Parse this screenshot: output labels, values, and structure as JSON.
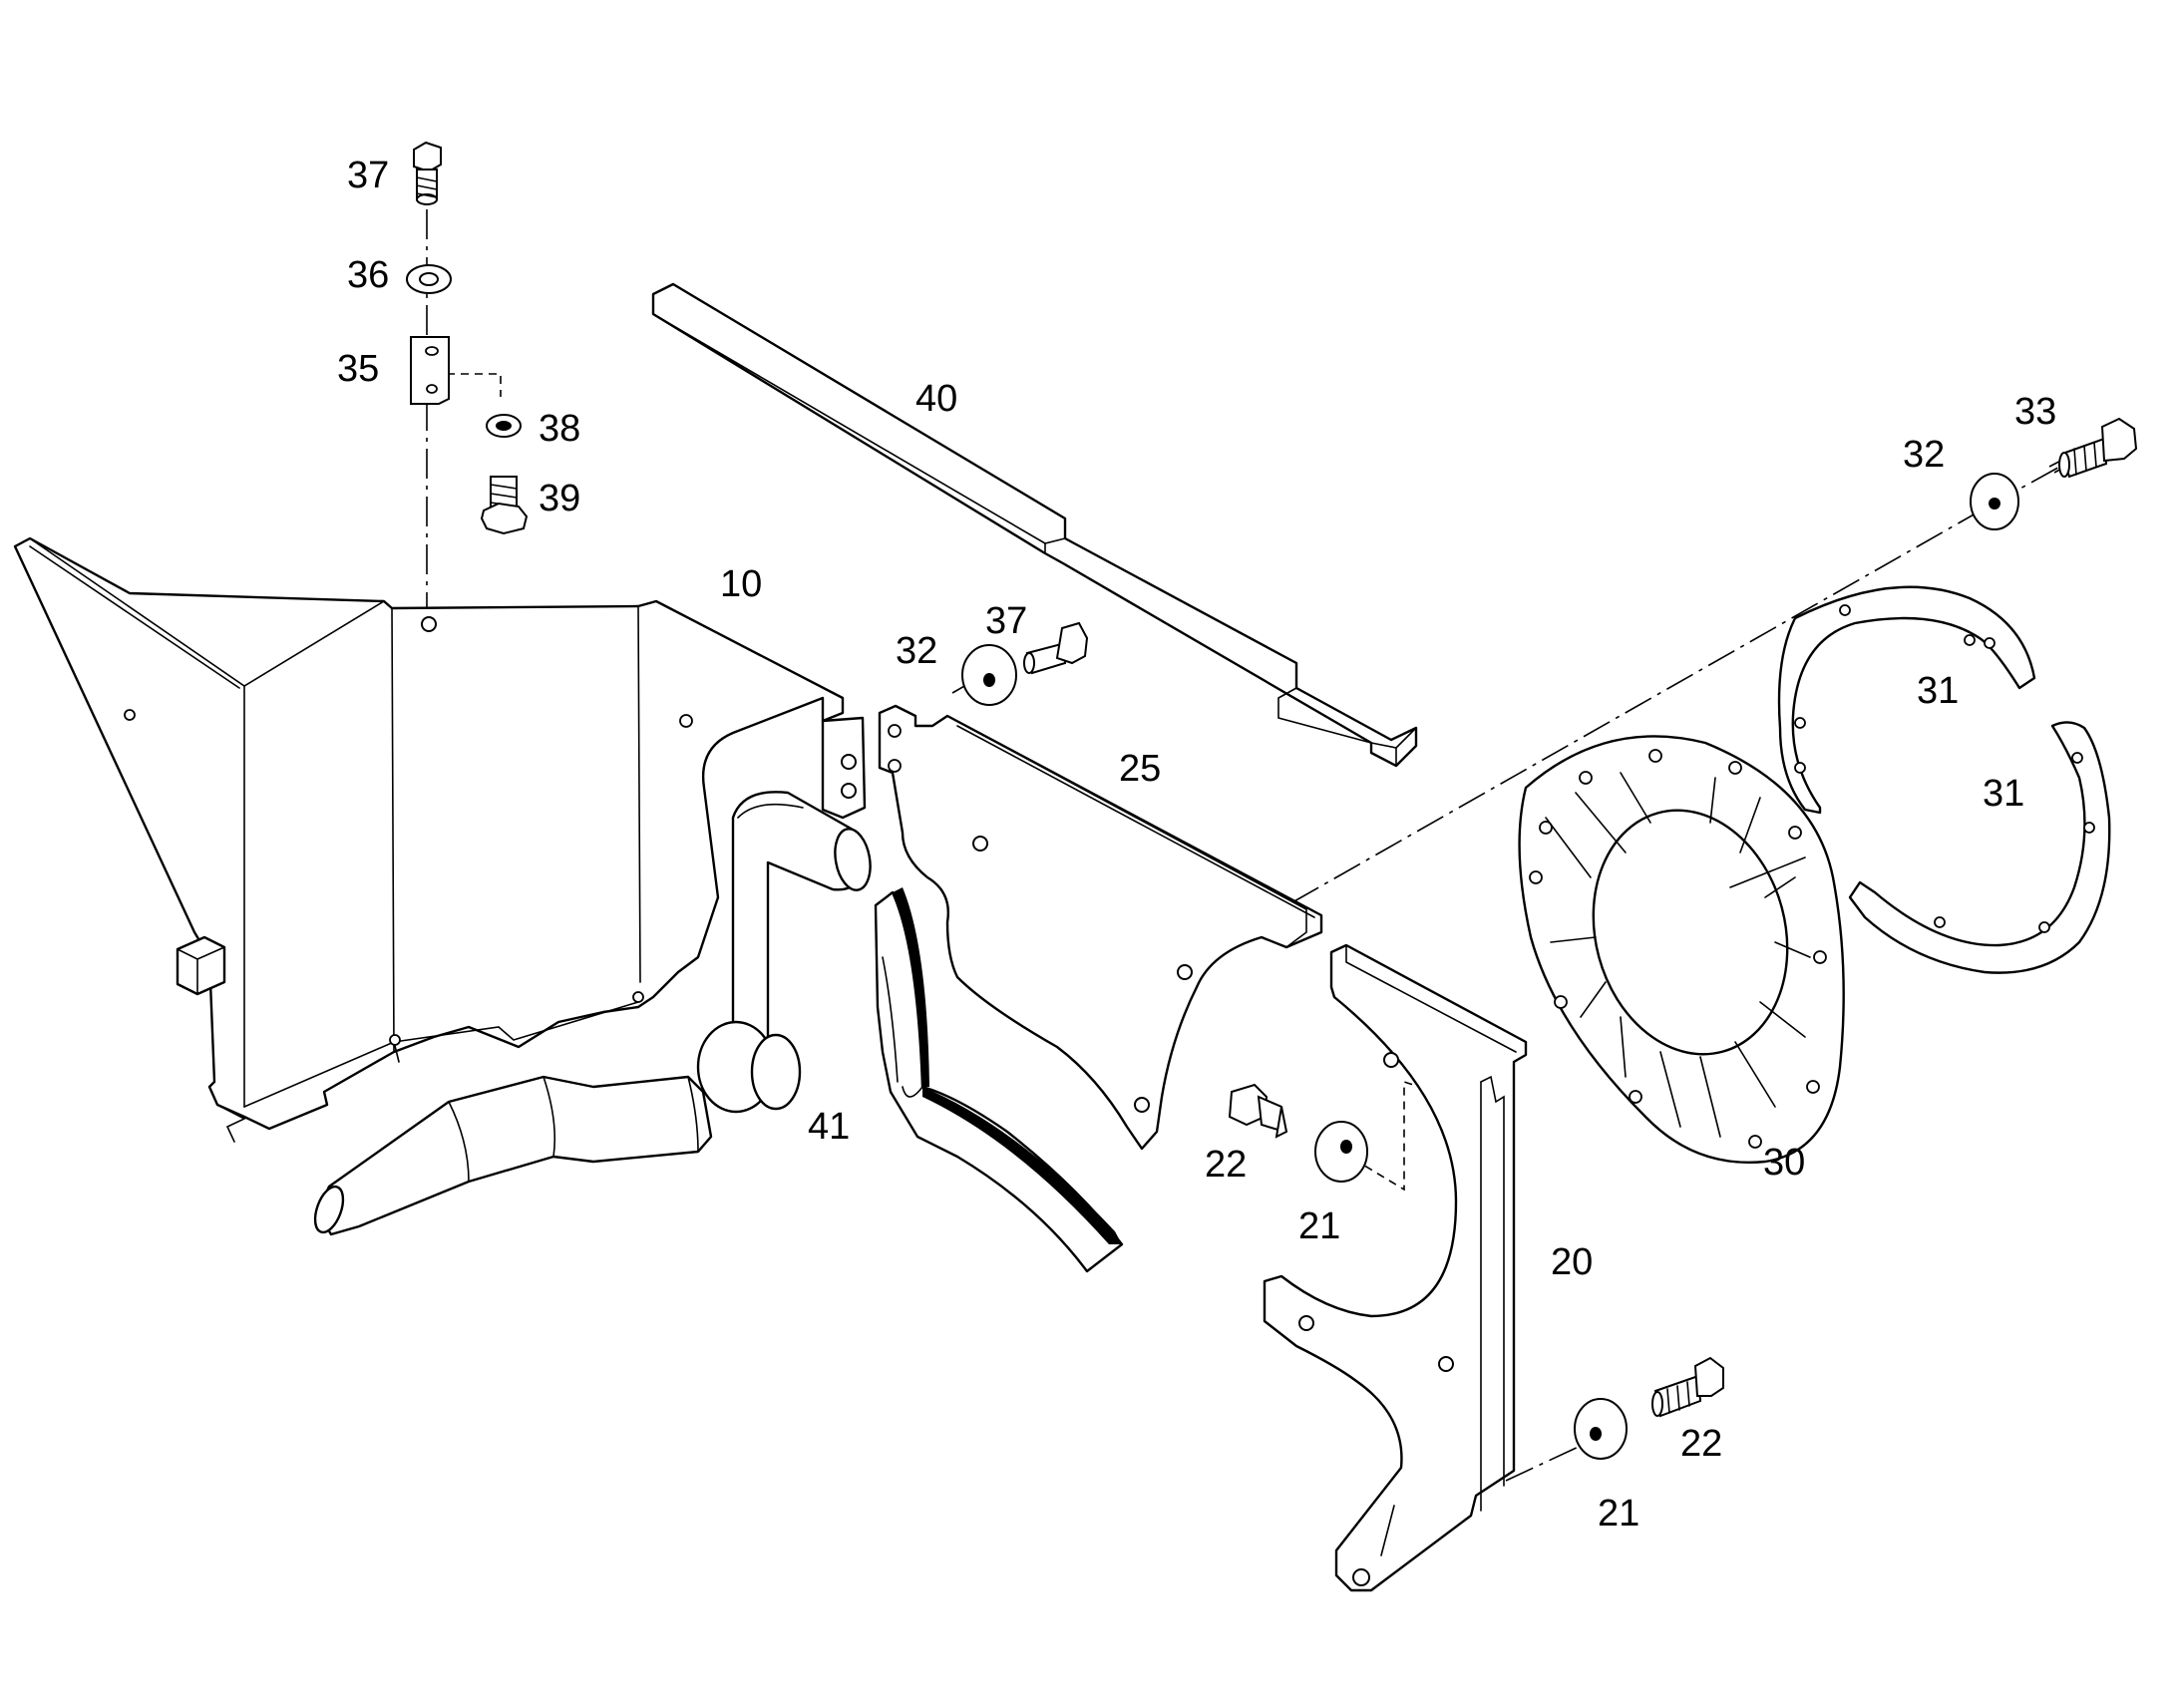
{
  "labels": [
    {
      "id": "label-37-top",
      "text": "37"
    },
    {
      "id": "label-36",
      "text": "36"
    },
    {
      "id": "label-35",
      "text": "35"
    },
    {
      "id": "label-38",
      "text": "38"
    },
    {
      "id": "label-39",
      "text": "39"
    },
    {
      "id": "label-40",
      "text": "40"
    },
    {
      "id": "label-10",
      "text": "10"
    },
    {
      "id": "label-37-mid",
      "text": "37"
    },
    {
      "id": "label-32-mid",
      "text": "32"
    },
    {
      "id": "label-25",
      "text": "25"
    },
    {
      "id": "label-32-right",
      "text": "32"
    },
    {
      "id": "label-33",
      "text": "33"
    },
    {
      "id": "label-31-upper",
      "text": "31"
    },
    {
      "id": "label-31-lower",
      "text": "31"
    },
    {
      "id": "label-41",
      "text": "41"
    },
    {
      "id": "label-22-mid",
      "text": "22"
    },
    {
      "id": "label-21-mid",
      "text": "21"
    },
    {
      "id": "label-30",
      "text": "30"
    },
    {
      "id": "label-20",
      "text": "20"
    },
    {
      "id": "label-22-bottom",
      "text": "22"
    },
    {
      "id": "label-21-bottom",
      "text": "21"
    }
  ]
}
